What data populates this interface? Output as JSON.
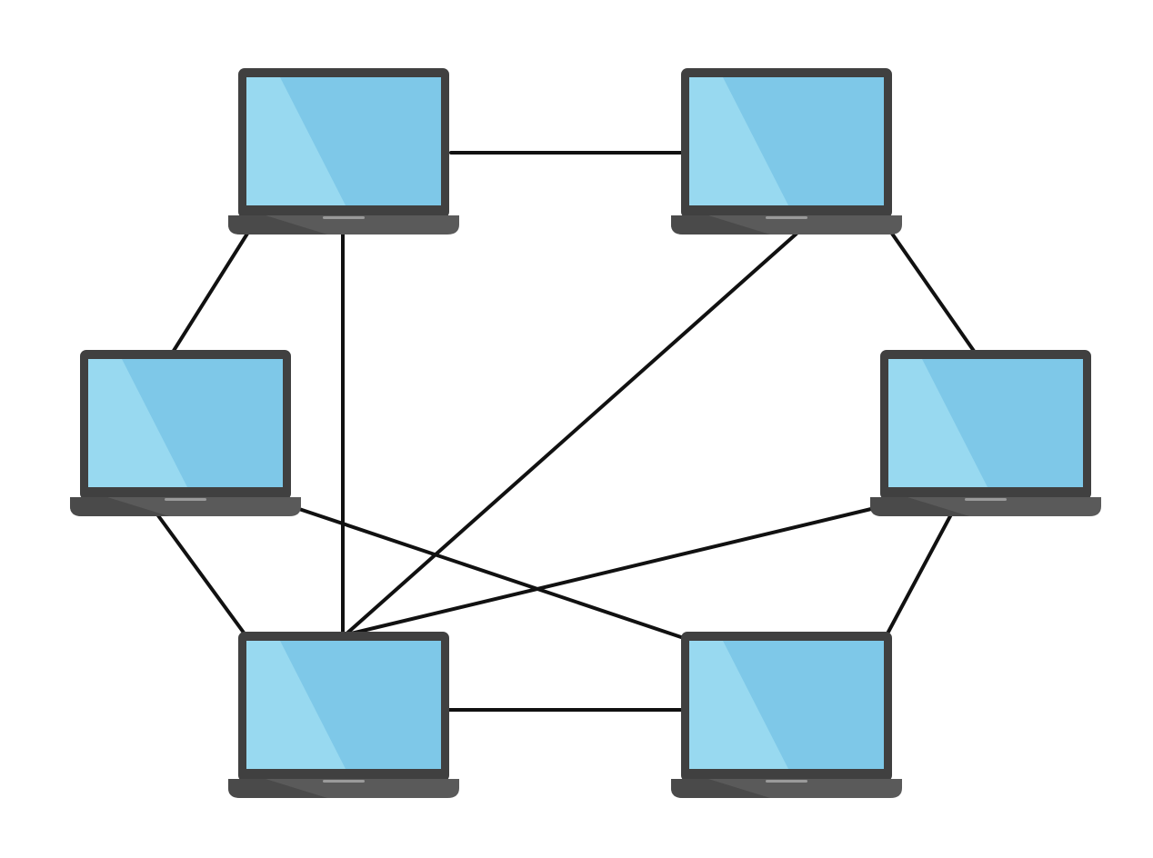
{
  "diagram": {
    "type": "network-mesh",
    "node_icon": "laptop-icon",
    "colors": {
      "background": "#ffffff",
      "frame": "#404040",
      "base": "#5a5a5a",
      "base_shadow": "#4a4a4a",
      "screen": "#7ec8e8",
      "screen_highlight": "#98d9f0",
      "trackpad": "#9a9a9a",
      "link": "#111111"
    },
    "nodes": [
      {
        "id": "top-left"
      },
      {
        "id": "top-right"
      },
      {
        "id": "middle-left"
      },
      {
        "id": "middle-right"
      },
      {
        "id": "bottom-left"
      },
      {
        "id": "bottom-right"
      }
    ],
    "links": [
      {
        "from": "top-left",
        "to": "top-right"
      },
      {
        "from": "top-left",
        "to": "middle-left"
      },
      {
        "from": "top-left",
        "to": "bottom-left"
      },
      {
        "from": "top-right",
        "to": "middle-right"
      },
      {
        "from": "top-right",
        "to": "bottom-left"
      },
      {
        "from": "middle-left",
        "to": "bottom-left"
      },
      {
        "from": "middle-left",
        "to": "bottom-right"
      },
      {
        "from": "middle-right",
        "to": "bottom-left"
      },
      {
        "from": "middle-right",
        "to": "bottom-right"
      },
      {
        "from": "bottom-left",
        "to": "bottom-right"
      }
    ]
  }
}
